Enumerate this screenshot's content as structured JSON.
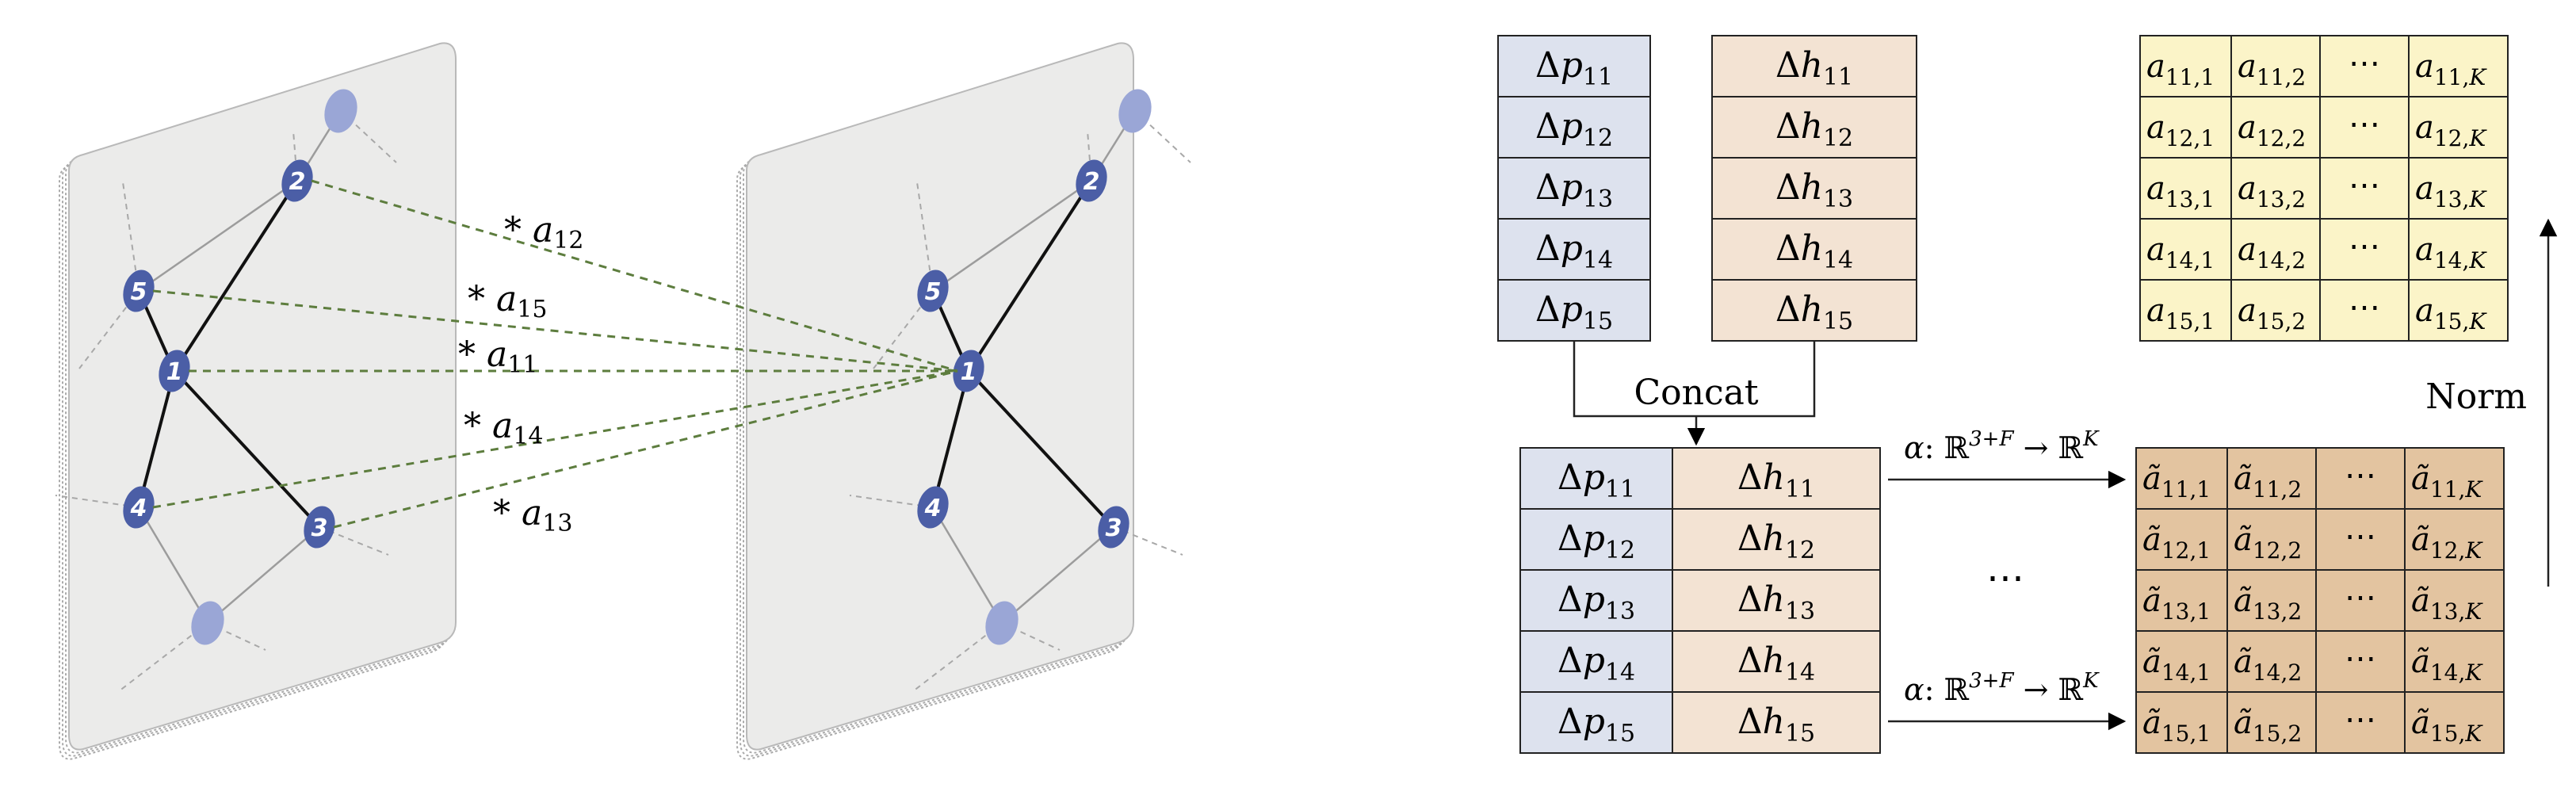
{
  "left_graph": {
    "center_node": "1",
    "neighbors": [
      "2",
      "3",
      "4",
      "5"
    ]
  },
  "weights": [
    "* a12",
    "* a15",
    "* a11",
    "* a14",
    "* a13"
  ],
  "weight_html": [
    "* <tspan font-style='italic'>a</tspan><tspan font-size='30' dy='8'>12</tspan>",
    "* <tspan font-style='italic'>a</tspan><tspan font-size='30' dy='8'>15</tspan>",
    "* <tspan font-style='italic'>a</tspan><tspan font-size='30' dy='8'>11</tspan>",
    "* <tspan font-style='italic'>a</tspan><tspan font-size='30' dy='8'>14</tspan>",
    "* <tspan font-style='italic'>a</tspan><tspan font-size='30' dy='8'>13</tspan>"
  ],
  "dp_column": [
    "Δp11",
    "Δp12",
    "Δp13",
    "Δp14",
    "Δp15"
  ],
  "dh_column": [
    "Δh11",
    "Δh12",
    "Δh13",
    "Δh14",
    "Δh15"
  ],
  "concat_label": "Concat",
  "mapping_label": "α: ℝ3+F → ℝK",
  "ellipsis": "⋯",
  "norm_label": "Norm",
  "a_matrix_rows": [
    "11",
    "12",
    "13",
    "14",
    "15"
  ],
  "a_matrix_cols": [
    "1",
    "2",
    "⋯",
    "K"
  ],
  "colors": {
    "node": "#4b5ea6",
    "node_faded": "#9aa6d6",
    "panel": "#ebebea",
    "panel_edge": "#b9b9b9",
    "dp_fill": "#dde2ee",
    "dh_fill": "#f3e3d3",
    "a_fill": "#fbf4c8",
    "atilde_fill": "#e3c4a0",
    "dashed_green": "#5d7d3e"
  }
}
